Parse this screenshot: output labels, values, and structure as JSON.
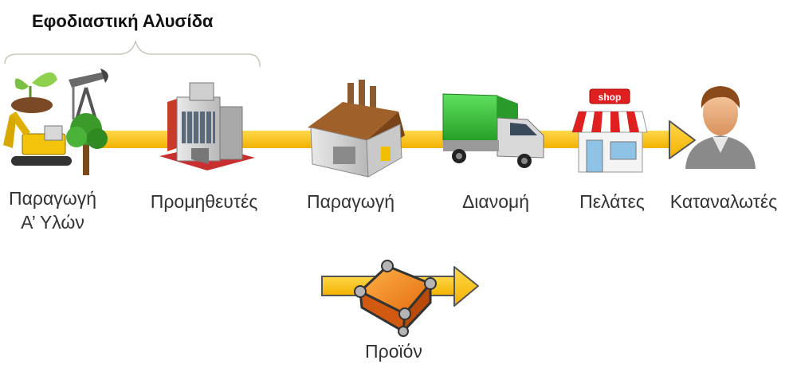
{
  "title": "Εφοδιαστική Αλυσίδα",
  "stages": [
    {
      "label": "Παραγωγή\nΑ’ Υλών",
      "icon": "raw-materials-icon"
    },
    {
      "label": "Προμηθευτές",
      "icon": "factory-icon"
    },
    {
      "label": "Παραγωγή",
      "icon": "manufacturing-plant-icon"
    },
    {
      "label": "Διανομή",
      "icon": "delivery-truck-icon"
    },
    {
      "label": "Πελάτες",
      "icon": "shop-icon"
    },
    {
      "label": "Καταναλωτές",
      "icon": "consumer-icon"
    }
  ],
  "shop_sign": "shop",
  "product_label": "Προϊόν",
  "colors": {
    "arrow": "#f7c21a",
    "arrow_edge": "#555555",
    "truck_box": "#3cc23c",
    "shop_stripe": "#e02020",
    "crate": "#f08a1c"
  }
}
